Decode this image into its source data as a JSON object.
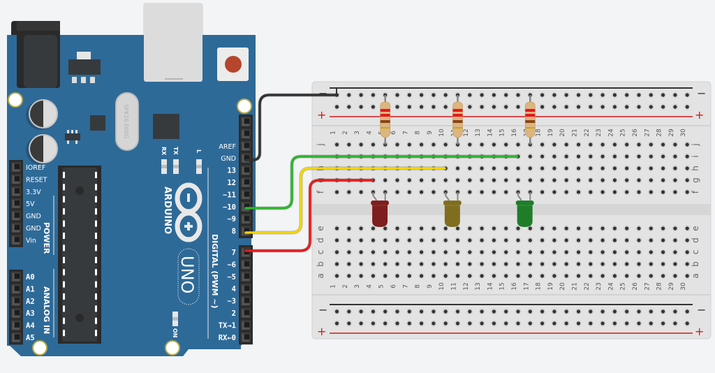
{
  "board": {
    "brand": "ARDUINO",
    "model": "UNO",
    "crystal_label": "SPK16.000G",
    "led_labels": {
      "rx": "RX",
      "tx": "TX",
      "l": "L",
      "on": "ON"
    },
    "power_section_label": "POWER",
    "analog_section_label": "ANALOG IN",
    "digital_section_label": "DIGITAL (PWM ~)",
    "power_pins": [
      "IOREF",
      "RESET",
      "3.3V",
      "5V",
      "GND",
      "GND",
      "Vin"
    ],
    "analog_pins": [
      "A0",
      "A1",
      "A2",
      "A3",
      "A4",
      "A5"
    ],
    "digital_pins_top": [
      "AREF",
      "GND",
      "13",
      "12",
      "~11",
      "~10",
      "~9",
      "8"
    ],
    "digital_pins_bottom": [
      "7",
      "~6",
      "~5",
      "4",
      "~3",
      "2",
      "TX→1",
      "RX←0"
    ],
    "colors": {
      "pcb": "#2e6a98",
      "header": "#2b2b2b",
      "reset_button": "#b5452b"
    }
  },
  "breadboard": {
    "columns": 30,
    "top_rows": [
      "j",
      "i",
      "h",
      "g",
      "f"
    ],
    "bottom_rows": [
      "e",
      "d",
      "c",
      "b",
      "a"
    ],
    "rail_minus": "−",
    "rail_plus": "+",
    "colors": {
      "body": "#e3e3e3",
      "rail_minus": "#333333",
      "rail_plus": "#cc1b1b"
    }
  },
  "components": {
    "resistors": [
      {
        "name": "resistor-1",
        "column": 5,
        "bands": [
          "#e8161b",
          "#e8161b",
          "#8b4513",
          "#c9a227"
        ]
      },
      {
        "name": "resistor-2",
        "column": 11,
        "bands": [
          "#e8161b",
          "#e8161b",
          "#8b4513",
          "#c9a227"
        ]
      },
      {
        "name": "resistor-3",
        "column": 17,
        "bands": [
          "#e8161b",
          "#e8161b",
          "#8b4513",
          "#c9a227"
        ]
      }
    ],
    "leds": [
      {
        "name": "led-red",
        "color": "red",
        "cathode_col": 4,
        "anode_col": 5,
        "fill": "#7e1e1e"
      },
      {
        "name": "led-yellow",
        "color": "yellow",
        "cathode_col": 10,
        "anode_col": 11,
        "fill": "#7f6e1f"
      },
      {
        "name": "led-green",
        "color": "green",
        "cathode_col": 16,
        "anode_col": 17,
        "fill": "#1f7d2a"
      }
    ],
    "wires": [
      {
        "name": "wire-gnd",
        "color": "#333333",
        "from_pin": "GND",
        "to": "ground rail"
      },
      {
        "name": "wire-green",
        "color": "#2fb52f",
        "from_pin": "~10",
        "to": "i16"
      },
      {
        "name": "wire-yellow",
        "color": "#f2d500",
        "from_pin": "8",
        "to": "h10"
      },
      {
        "name": "wire-red",
        "color": "#e51c1c",
        "from_pin": "7",
        "to": "g4"
      }
    ]
  }
}
